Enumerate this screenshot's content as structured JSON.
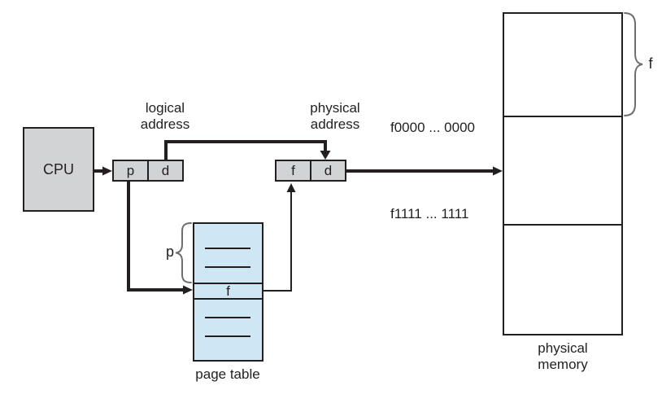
{
  "diagram": {
    "cpu": {
      "label": "CPU"
    },
    "logical_address": {
      "caption": "logical\naddress",
      "fields": [
        "p",
        "d"
      ]
    },
    "physical_address": {
      "caption": "physical\naddress",
      "fields": [
        "f",
        "d"
      ]
    },
    "page_table": {
      "caption": "page table",
      "entry": "f",
      "index_label": "p"
    },
    "physical_memory": {
      "caption": "physical\nmemory",
      "frame_label": "f",
      "frame_start_address": "f0000 ... 0000",
      "frame_end_address": "f1111 ... 1111"
    }
  },
  "colors": {
    "register_fill": "#d2d3d5",
    "page_table_fill": "#cfe7f5",
    "line": "#231f20",
    "brace": "#6d6e71",
    "text": "#231f20",
    "background": "#ffffff"
  }
}
